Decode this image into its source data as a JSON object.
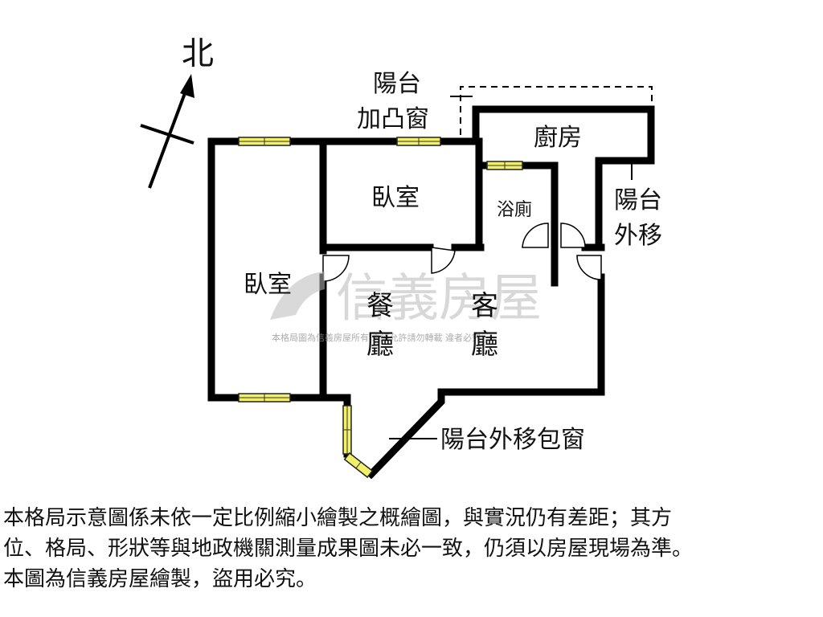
{
  "compass": {
    "north_label": "北"
  },
  "rooms": {
    "bedroom_left": "臥室",
    "bedroom_top": "臥室",
    "bathroom": "浴廁",
    "kitchen": "廚房",
    "dining_line1": "餐",
    "dining_line2": "廳",
    "living_line1": "客",
    "living_line2": "廳"
  },
  "annotations": {
    "balcony_bay_line1": "陽台",
    "balcony_bay_line2": "加凸窗",
    "balcony_out_line1": "陽台",
    "balcony_out_line2": "外移",
    "balcony_bottom": "陽台外移包窗"
  },
  "watermark": {
    "brand": "信義房屋",
    "notice": "本格局圖為信義房屋所有 未經允許請勿轉載 違者必究"
  },
  "disclaimer": {
    "line1": "本格局示意圖係未依一定比例縮小繪製之概繪圖，與實況仍有差距；其方",
    "line2": "位、格局、形狀等與地政機關測量成果圖未必一致，仍須以房屋現場為準。",
    "line3": "本圖為信義房屋繪製，盜用必究。"
  },
  "colors": {
    "wall": "#000000",
    "window": "#f2f06a",
    "watermark": "#b9b9b9"
  }
}
